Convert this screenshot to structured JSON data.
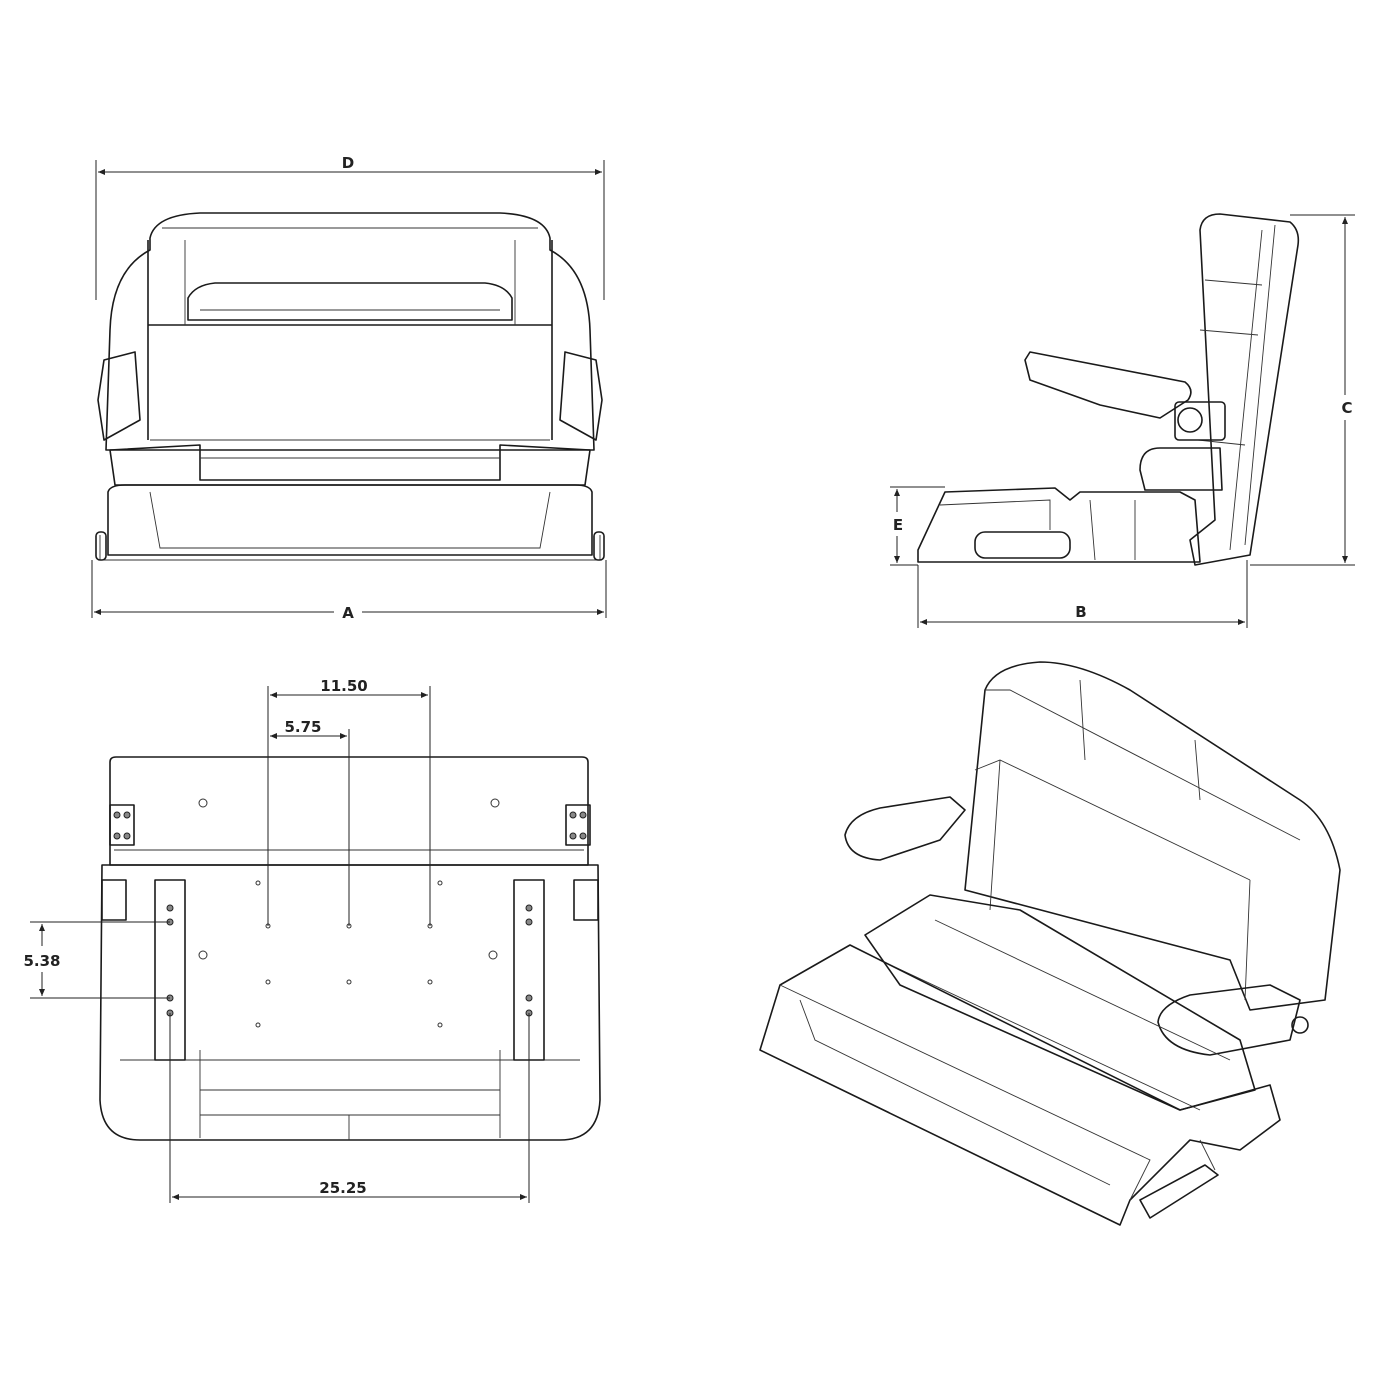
{
  "front_view": {
    "dim_top_label": "D",
    "dim_bottom_label": "A"
  },
  "side_view": {
    "dim_height_label": "C",
    "dim_base_height_label": "E",
    "dim_depth_label": "B"
  },
  "bottom_view": {
    "dim_hole_span_label": "11.50",
    "dim_hole_half_label": "5.75",
    "dim_slot_spacing_label": "5.38",
    "dim_rail_spacing_label": "25.25"
  },
  "line_color": "#1a1a1a",
  "background_color": "#ffffff"
}
